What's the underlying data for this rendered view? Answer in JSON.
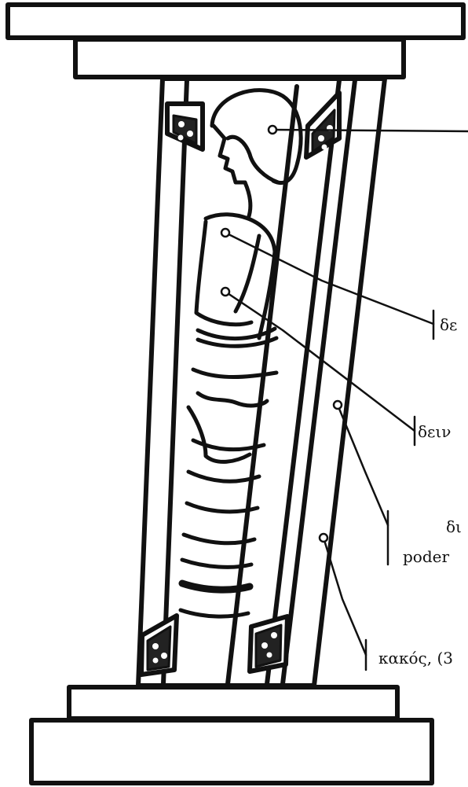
{
  "diagram": {
    "labels": [
      {
        "id": "label-1",
        "text": "δε"
      },
      {
        "id": "label-2",
        "text": "δειν"
      },
      {
        "id": "label-3a",
        "text": "δι"
      },
      {
        "id": "label-3b",
        "text": "poder"
      },
      {
        "id": "label-4",
        "text": "κακός, (3"
      }
    ]
  },
  "colors": {
    "ink": "#111111",
    "paper": "#ffffff"
  }
}
